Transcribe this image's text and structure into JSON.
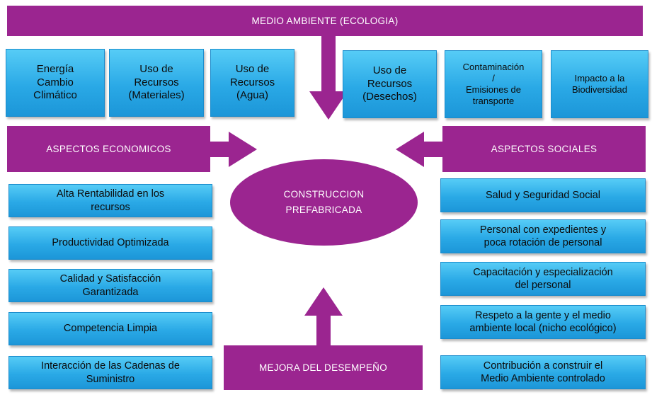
{
  "header": {
    "label": "MEDIO AMBIENTE (ECOLOGIA)"
  },
  "environment_boxes": [
    {
      "label": "Energía\nCambio\nClimático"
    },
    {
      "label": "Uso de\nRecursos\n(Materiales)"
    },
    {
      "label": "Uso de\nRecursos\n(Agua)"
    },
    {
      "label": "Uso de\nRecursos\n(Desechos)"
    },
    {
      "label": "Contaminación\n/\nEmisiones de\ntransporte"
    },
    {
      "label": "Impacto a la\nBiodiversidad"
    }
  ],
  "economic": {
    "label": "ASPECTOS ECONOMICOS",
    "items": [
      {
        "label": "Alta Rentabilidad en los\nrecursos"
      },
      {
        "label": "Productividad Optimizada"
      },
      {
        "label": "Calidad y Satisfacción\nGarantizada"
      },
      {
        "label": "Competencia Limpia"
      },
      {
        "label": "Interacción de las Cadenas de\nSuministro"
      }
    ]
  },
  "social": {
    "label": "ASPECTOS SOCIALES",
    "items": [
      {
        "label": "Salud y Seguridad Social"
      },
      {
        "label": "Personal con expedientes y\npoca rotación de personal"
      },
      {
        "label": "Capacitación y especialización\ndel personal"
      },
      {
        "label": "Respeto a la gente y el medio\nambiente local (nicho ecológico)"
      },
      {
        "label": "Contribución a construir el\nMedio Ambiente controlado"
      }
    ]
  },
  "center": {
    "label": "CONSTRUCCION\nPREFABRICADA"
  },
  "performance": {
    "label": "MEJORA DEL DESEMPEÑO"
  },
  "colors": {
    "purple": "#9b2590",
    "blue": "#2aa9e6",
    "blue_light": "#56ccf6"
  }
}
